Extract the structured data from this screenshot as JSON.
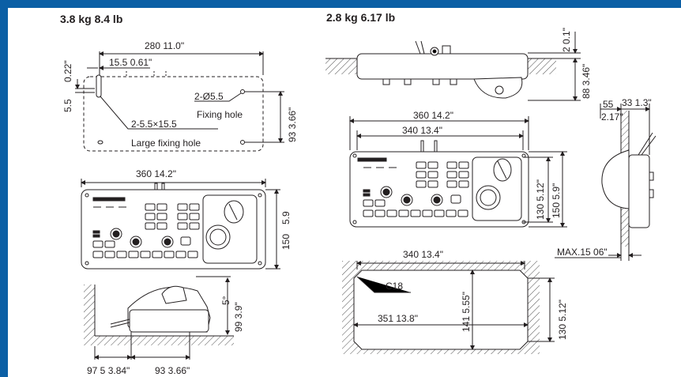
{
  "left_weight": "3.8 kg  8.4 lb",
  "right_weight": "2.8 kg 6.17 lb",
  "top_template": {
    "width": "280   11.0\"",
    "offset": "15.5   0.61\"",
    "top_margin": "0.22\"",
    "left_margin": "5.5",
    "height": "93 3.66\"",
    "small_hole_spec": "2-Ø5.5",
    "small_hole_label": "Fixing hole",
    "large_hole_spec": "2-5.5×15.5",
    "large_hole_label": "Large fixing hole"
  },
  "left_front": {
    "width": "360   14.2\"",
    "height_a": "5.9",
    "height_b": "150"
  },
  "left_side": {
    "angle": "5°",
    "height": "99 3.9\"",
    "depth_a": "97 5 3.84\"",
    "depth_b": "93 3.66\""
  },
  "right_top": {
    "top_gap": "2 0.1\"",
    "depth": "88 3.46\""
  },
  "right_front": {
    "outer_width": "360 14.2\"",
    "inner_width": "340 13.4\"",
    "inner_height": "130 5.12\"",
    "outer_height": "150 5.9\""
  },
  "right_side": {
    "offset_a": "55",
    "offset_b": "33 1.3\"",
    "offset_c": "2.17\"",
    "max_thickness": "MAX.15 06\""
  },
  "cutout": {
    "width": "340 13.4\"",
    "corner": "C18",
    "inner_height": "141 5.55\"",
    "inner_width": "351 13.8\"",
    "height": "130 5.12\""
  }
}
